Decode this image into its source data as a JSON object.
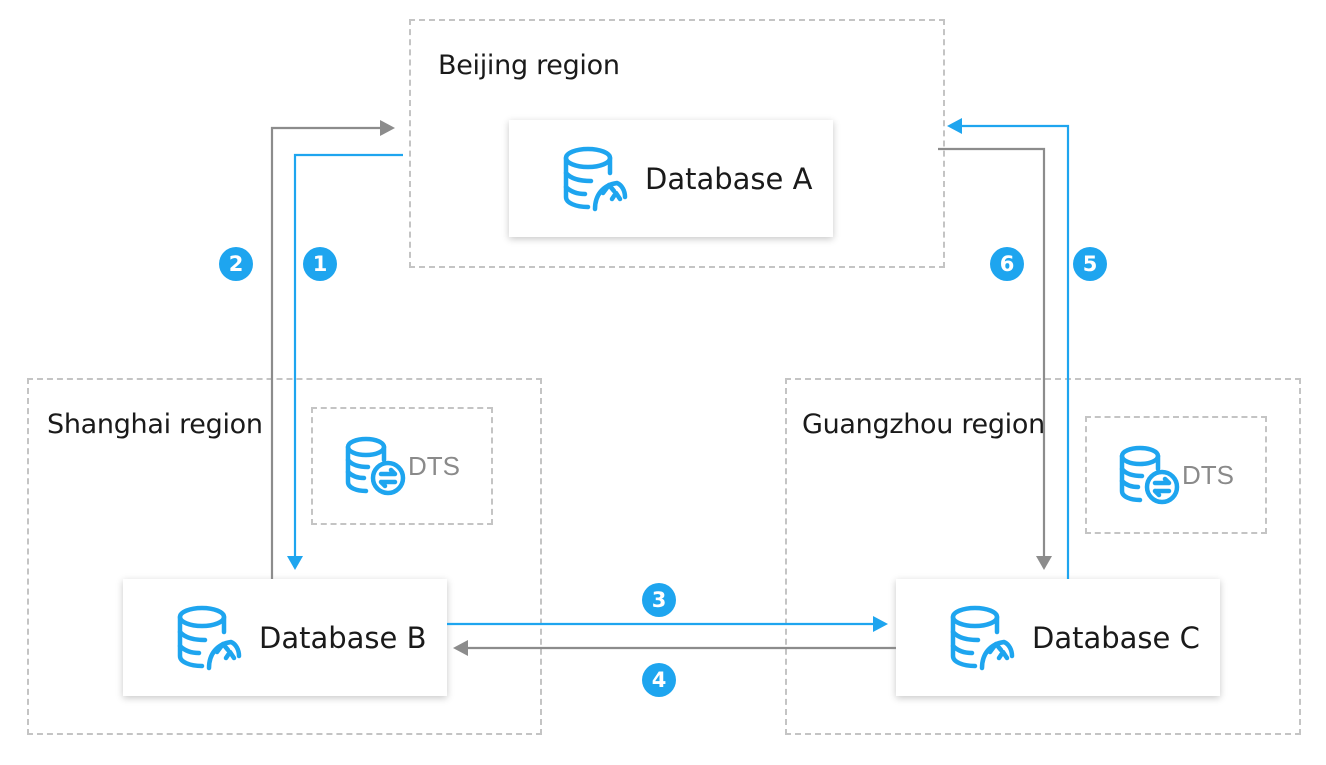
{
  "regions": {
    "beijing": {
      "label": "Beijing region"
    },
    "shanghai": {
      "label": "Shanghai region"
    },
    "guangzhou": {
      "label": "Guangzhou region"
    }
  },
  "databases": {
    "a": {
      "label": "Database A"
    },
    "b": {
      "label": "Database B"
    },
    "c": {
      "label": "Database C"
    }
  },
  "dts": {
    "shanghai": {
      "label": "DTS"
    },
    "guangzhou": {
      "label": "DTS"
    }
  },
  "steps": [
    "1",
    "2",
    "3",
    "4",
    "5",
    "6"
  ],
  "colors": {
    "blue": "#1ea5ef",
    "gray": "#8c8c8c",
    "dash": "#c4c4c4"
  },
  "icons": {
    "database": "database-sync-icon",
    "dts": "dts-sync-icon"
  }
}
